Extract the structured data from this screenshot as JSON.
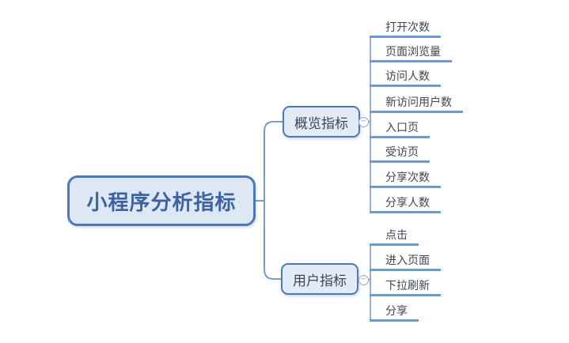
{
  "tree": {
    "root": "小程序分析指标",
    "branches": [
      {
        "label": "概览指标",
        "children": [
          "打开次数",
          "页面浏览量",
          "访问人数",
          "新访问用户数",
          "入口页",
          "受访页",
          "分享次数",
          "分享人数"
        ]
      },
      {
        "label": "用户指标",
        "children": [
          "点击",
          "进入页面",
          "下拉刷新",
          "分享"
        ]
      }
    ]
  },
  "icons": {
    "collapse": "minus-circle-icon",
    "collapse_glyph": "−"
  },
  "colors": {
    "node_border": "#4e79b8",
    "node_fill": "#dde8f4",
    "root_text": "#3c62a0",
    "text": "#3f4650",
    "leaf_line": "#6f9ad0",
    "connector": "#7b9cc9"
  }
}
